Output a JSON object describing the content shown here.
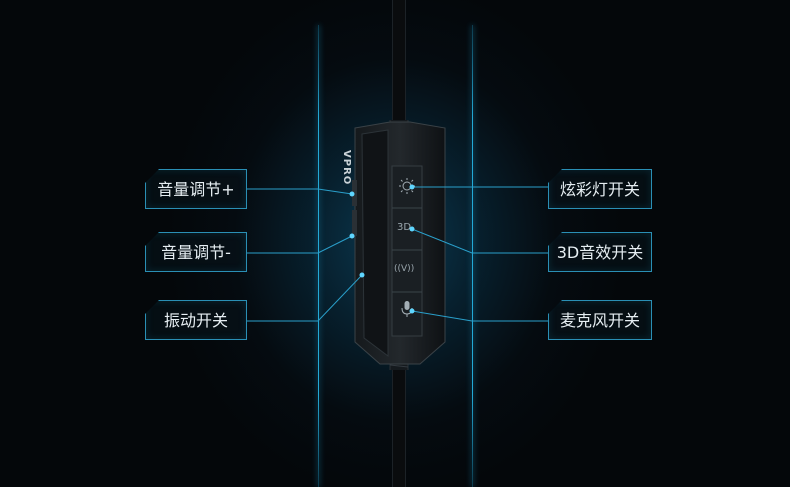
{
  "brand": {
    "logo_text": "VPRO"
  },
  "labels_left": [
    {
      "text": "音量调节+"
    },
    {
      "text": "音量调节-"
    },
    {
      "text": "振动开关"
    }
  ],
  "labels_right": [
    {
      "text": "炫彩灯开关"
    },
    {
      "text": "3D音效开关"
    },
    {
      "text": "麦克风开关"
    }
  ],
  "device_buttons": {
    "led_icon": "sun-icon",
    "three_d": "3D",
    "vibration": "((V))",
    "mic_icon": "microphone-icon"
  },
  "colors": {
    "accent": "#23a9d6",
    "label_border": "#2a8fb5",
    "background": "#05080b"
  }
}
